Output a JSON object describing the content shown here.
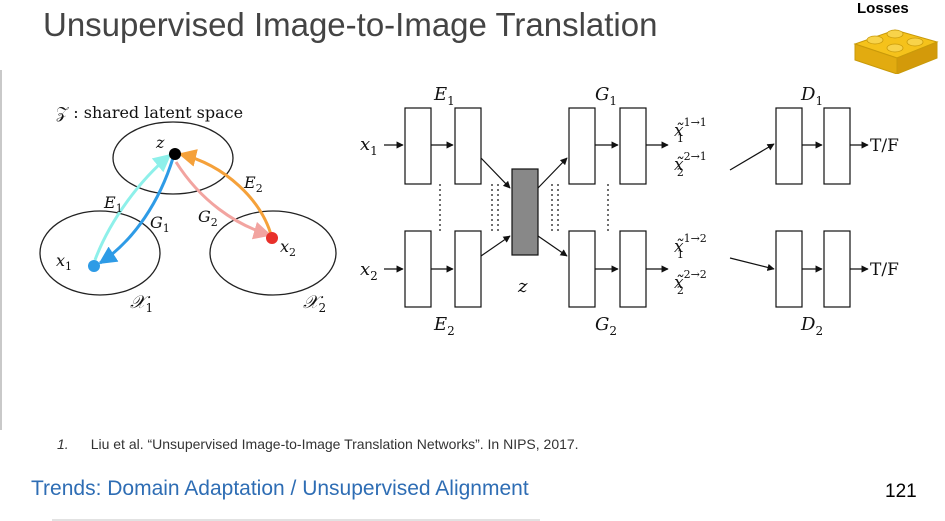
{
  "slide": {
    "title": "Unsupervised Image-to-Image Translation",
    "tag": "Losses",
    "footnote_number": "1.",
    "footnote_text": "Liu et al. “Unsupervised Image-to-Image Translation Networks”. In NIPS, 2017.",
    "bottom_title": "Trends: Domain Adaptation / Unsupervised Alignment",
    "page_number": "121"
  },
  "colors": {
    "title": "#444444",
    "trend": "#2e6db4",
    "lego_yellow": "#f5c21b",
    "e1_arrow": "#8ef0ea",
    "g1_arrow": "#2e9be6",
    "e2_arrow": "#f5a13a",
    "g2_arrow": "#f2a4a0",
    "x1_dot": "#2e9be6",
    "x2_dot": "#e8302a",
    "latent_block": "#888888"
  },
  "left_diagram": {
    "caption_symbol": "𝒵",
    "caption_text": ": shared latent space",
    "z_label": "z",
    "x1_label": "x",
    "x1_sub": "1",
    "x2_label": "x",
    "x2_sub": "2",
    "domain1_label": "𝒳",
    "domain1_sub": "1",
    "domain2_label": "𝒳",
    "domain2_sub": "2",
    "e1_label": "E",
    "e1_sub": "1",
    "g1_label": "G",
    "g1_sub": "1",
    "g2_label": "G",
    "g2_sub": "2",
    "e2_label": "E",
    "e2_sub": "2"
  },
  "right_diagram": {
    "x1_input": "x",
    "x1_input_sub": "1",
    "x2_input": "x",
    "x2_input_sub": "2",
    "encoder1": "E",
    "encoder1_sub": "1",
    "encoder2": "E",
    "encoder2_sub": "2",
    "generator1": "G",
    "generator1_sub": "1",
    "generator2": "G",
    "generator2_sub": "2",
    "disc1": "D",
    "disc1_sub": "1",
    "disc2": "D",
    "disc2_sub": "2",
    "latent": "z",
    "out_11": "x̃",
    "out_11_sub": "1",
    "out_11_sup": "1→1",
    "out_21": "x̃",
    "out_21_sub": "2",
    "out_21_sup": "2→1",
    "out_12": "x̃",
    "out_12_sub": "1",
    "out_12_sup": "1→2",
    "out_22": "x̃",
    "out_22_sub": "2",
    "out_22_sup": "2→2",
    "tf_top": "T/F",
    "tf_bottom": "T/F"
  }
}
